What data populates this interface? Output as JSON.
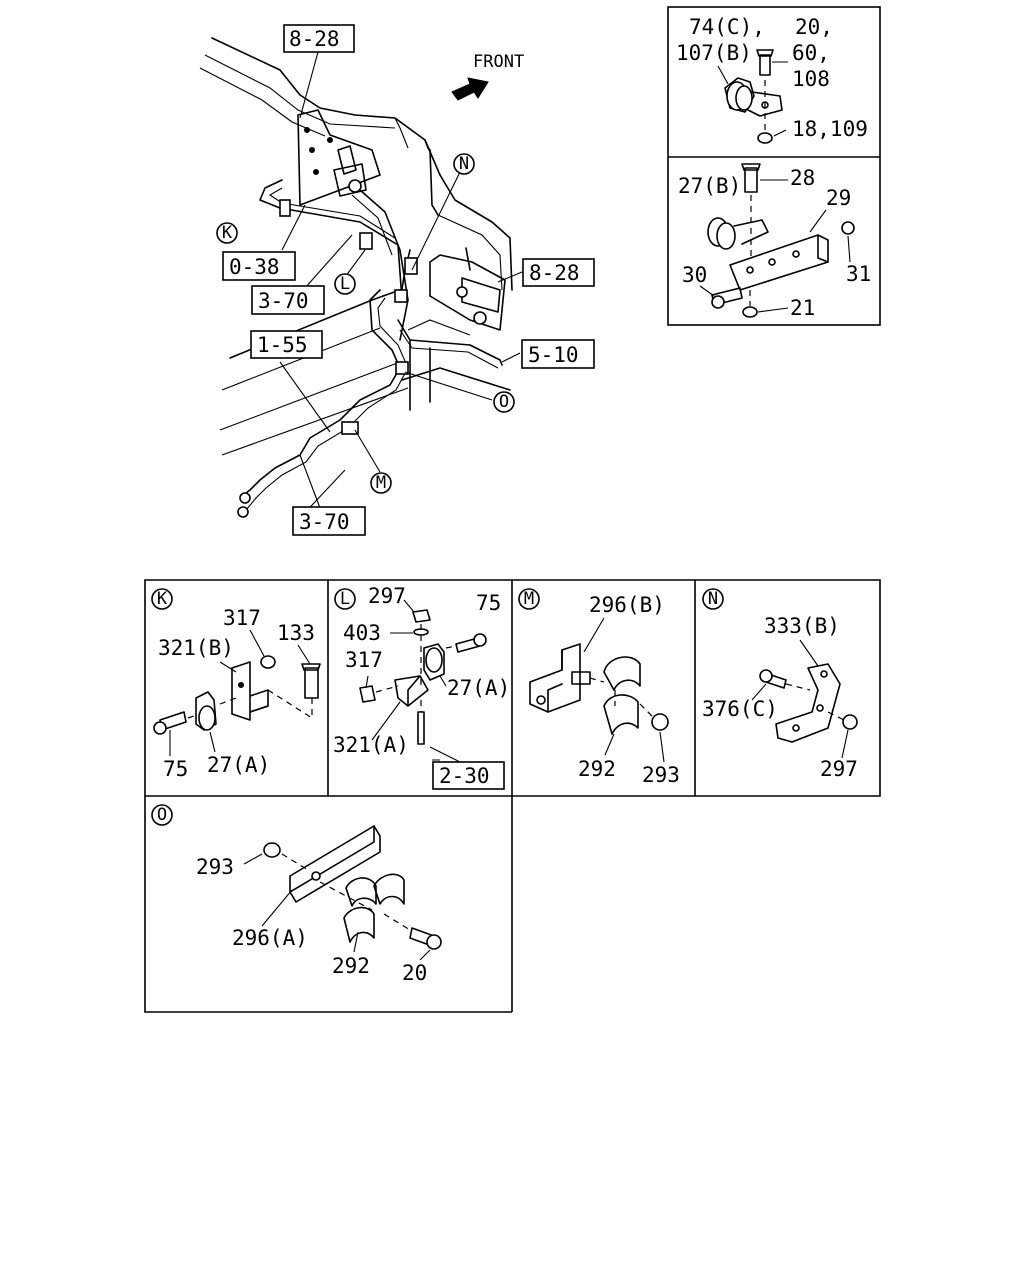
{
  "main": {
    "front_label": "FRONT",
    "refs": [
      "8-28",
      "0-38",
      "3-70",
      "1-55",
      "8-28",
      "5-10",
      "3-70"
    ],
    "view_markers": [
      "K",
      "L",
      "N",
      "O",
      "M"
    ]
  },
  "inset_top": {
    "labels": [
      "74(C),",
      "107(B)",
      "20,",
      "60,",
      "108",
      "18,109"
    ]
  },
  "inset_mid": {
    "labels": [
      "27(B)",
      "28",
      "29",
      "30",
      "31",
      "21"
    ]
  },
  "detail_k": {
    "marker": "K",
    "labels": [
      "317",
      "133",
      "321(B)",
      "75",
      "27(A)"
    ]
  },
  "detail_l": {
    "marker": "L",
    "labels": [
      "297",
      "75",
      "403",
      "317",
      "27(A)",
      "321(A)"
    ],
    "ref": "2-30"
  },
  "detail_m": {
    "marker": "M",
    "labels": [
      "296(B)",
      "292",
      "293"
    ]
  },
  "detail_n": {
    "marker": "N",
    "labels": [
      "333(B)",
      "376(C)",
      "297"
    ]
  },
  "detail_o": {
    "marker": "O",
    "labels": [
      "293",
      "296(A)",
      "292",
      "20"
    ]
  }
}
